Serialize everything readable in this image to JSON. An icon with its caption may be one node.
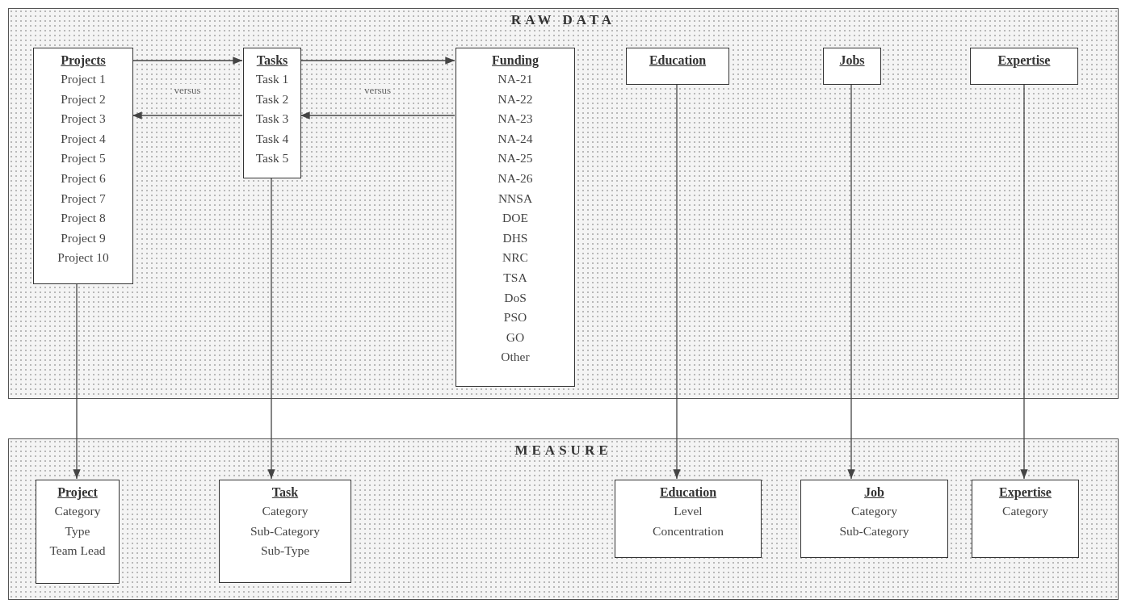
{
  "diagram": {
    "nodes": [
      {
        "text": [
          "RAW DATA"
        ]
      },
      {
        "text": [
          "Projects",
          "Project 1",
          "Project 2",
          "Project 3",
          "Project 4",
          "Project 5",
          "Project 6",
          "Project 7",
          "Project 8",
          "Project 9",
          "Project 10"
        ],
        "in": 0
      },
      {
        "text": [
          "Tasks",
          "Task 1",
          "Task 2",
          "Task 3",
          "Task 4",
          "Task 5"
        ],
        "in": 0
      },
      {
        "text": [
          "Funding",
          "NA-21",
          "NA-22",
          "NA-23",
          "NA-24",
          "NA-25",
          "NA-26",
          "NNSA",
          "DOE",
          "DHS",
          "NRC",
          "TSA",
          "DoS",
          "PSO",
          "GO",
          "Other"
        ],
        "in": 0
      },
      {
        "text": [
          "Education"
        ],
        "in": 0
      },
      {
        "text": [
          "Jobs"
        ],
        "in": 0
      },
      {
        "text": [
          "Expertise"
        ],
        "in": 0
      },
      {
        "text": [
          "MEASURE"
        ]
      },
      {
        "text": [
          "Project",
          "Category",
          "Type",
          "Team Lead"
        ],
        "in": 7
      },
      {
        "text": [
          "Task",
          "Category",
          "Sub-Category",
          "Sub-Type"
        ],
        "in": 7
      },
      {
        "text": [
          "Education",
          "Level",
          "Concentration"
        ],
        "in": 7
      },
      {
        "text": [
          "Job",
          "Category",
          "Sub-Category"
        ],
        "in": 7
      },
      {
        "text": [
          "Expertise",
          "Category"
        ],
        "in": 7
      }
    ],
    "edges": [
      {
        "from": 1,
        "to": 2,
        "arrow": "to",
        "label": "versus"
      },
      {
        "from": 2,
        "to": 1,
        "arrow": "to"
      },
      {
        "from": 2,
        "to": 3,
        "arrow": "to",
        "label": "versus"
      },
      {
        "from": 3,
        "to": 2,
        "arrow": "to"
      },
      {
        "from": 1,
        "to": 8,
        "arrow": "to"
      },
      {
        "from": 2,
        "to": 9,
        "arrow": "to"
      },
      {
        "from": 4,
        "to": 10,
        "arrow": "to"
      },
      {
        "from": 5,
        "to": 11,
        "arrow": "to"
      },
      {
        "from": 6,
        "to": 12,
        "arrow": "to"
      }
    ]
  }
}
